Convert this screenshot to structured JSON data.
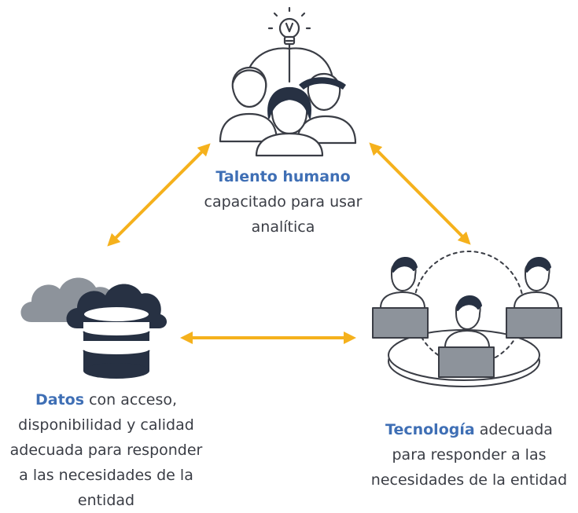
{
  "nodes": {
    "talento": {
      "title": "Talento humano",
      "line1": "capacitado para usar",
      "line2": "analítica"
    },
    "datos": {
      "title": "Datos",
      "line1_rest": " con acceso,",
      "line2": "disponibilidad y calidad",
      "line3": "adecuada para responder",
      "line4": "a las necesidades de la",
      "line5": "entidad"
    },
    "tecnologia": {
      "title": "Tecnología",
      "line1_rest": " adecuada",
      "line2": "para responder a las",
      "line3": "necesidades de la entidad"
    }
  },
  "colors": {
    "arrow": "#f5b11c",
    "outline": "#3a3d45",
    "navy": "#273143",
    "cloud_gray": "#8d939b",
    "highlight": "#3f6fb5"
  },
  "icons": {
    "talento": "people-lightbulb-icon",
    "datos": "cloud-database-icon",
    "tecnologia": "workstations-network-icon"
  }
}
